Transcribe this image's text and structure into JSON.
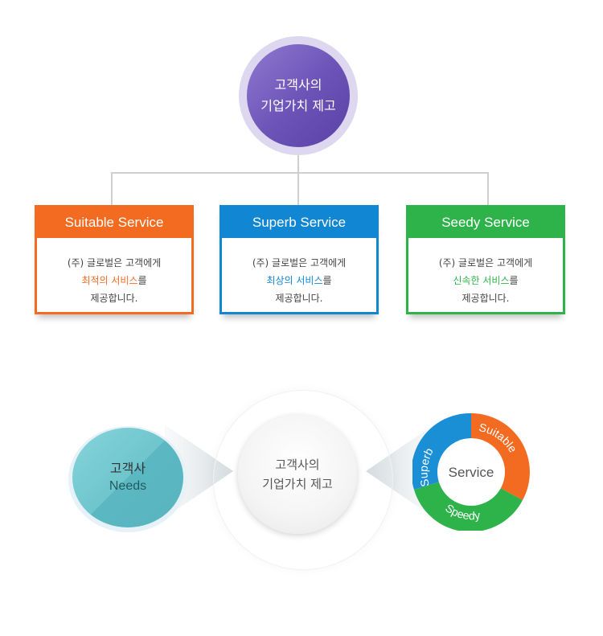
{
  "top": {
    "line1": "고객사의",
    "line2": "기업가치 제고"
  },
  "cards": [
    {
      "title": "Suitable Service",
      "line1": "(주) 글로벌은 고객에게",
      "highlight": "최적의 서비스",
      "suffix": "를",
      "line3": "제공합니다.",
      "color": "#f26b21"
    },
    {
      "title": "Superb Service",
      "line1": "(주) 글로벌은 고객에게",
      "highlight": "최상의 서비스",
      "suffix": "를",
      "line3": "제공합니다.",
      "color": "#1187d3"
    },
    {
      "title": "Seedy Service",
      "line1": "(주) 글로벌은 고객에게",
      "highlight": "신속한 서비스",
      "suffix": "를",
      "line3": "제공합니다.",
      "color": "#2db34a"
    }
  ],
  "needs": {
    "line1": "고객사",
    "line2": "Needs"
  },
  "center": {
    "line1": "고객사의",
    "line2": "기업가치 제고"
  },
  "service_ring": {
    "center_label": "Service",
    "segments": [
      {
        "label": "Superb",
        "color": "#1a8fd6"
      },
      {
        "label": "Suitable",
        "color": "#f26b21"
      },
      {
        "label": "Speedy",
        "color": "#2db34a"
      }
    ]
  }
}
